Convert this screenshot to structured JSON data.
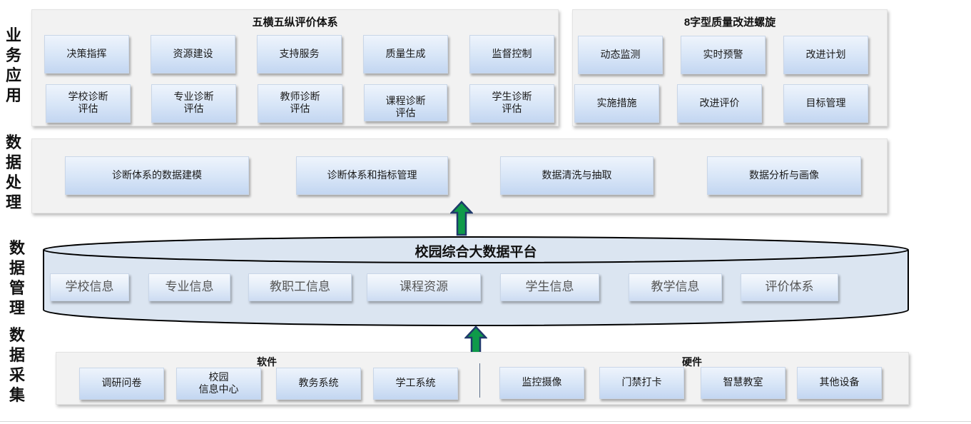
{
  "side_labels": {
    "business": "业务应用",
    "processing": "数据处理",
    "management": "数据管理",
    "collection": "数据采集"
  },
  "business": {
    "left_title": "五横五纵评价体系",
    "left_row1": [
      "决策指挥",
      "资源建设",
      "支持服务",
      "质量生成",
      "监督控制"
    ],
    "left_row2": [
      "学校诊断\n评估",
      "专业诊断\n评估",
      "教师诊断\n评估",
      "课程诊断\n评估",
      "学生诊断\n评估"
    ],
    "right_title": "8字型质量改进螺旋",
    "right_row1": [
      "动态监测",
      "实时预警",
      "改进计划"
    ],
    "right_row2": [
      "实施措施",
      "改进评价",
      "目标管理"
    ]
  },
  "processing": {
    "items": [
      "诊断体系的数据建模",
      "诊断体系和指标管理",
      "数据清洗与抽取",
      "数据分析与画像"
    ]
  },
  "platform": {
    "title": "校园综合大数据平台",
    "items": [
      "学校信息",
      "专业信息",
      "教职工信息",
      "课程资源",
      "学生信息",
      "教学信息",
      "评价体系"
    ]
  },
  "collection": {
    "software_title": "软件",
    "software_items": [
      "调研问卷",
      "校园\n信息中心",
      "教务系统",
      "学工系统"
    ],
    "hardware_title": "硬件",
    "hardware_items": [
      "监控摄像",
      "门禁打卡",
      "智慧教室",
      "其他设备"
    ]
  },
  "colors": {
    "box_top": "#eef4fc",
    "box_bottom": "#c3d6f1",
    "arrow_fill": "#0f9a4a",
    "arrow_stroke": "#1f3a6b",
    "cylinder_fill": "#dbe5f1"
  }
}
